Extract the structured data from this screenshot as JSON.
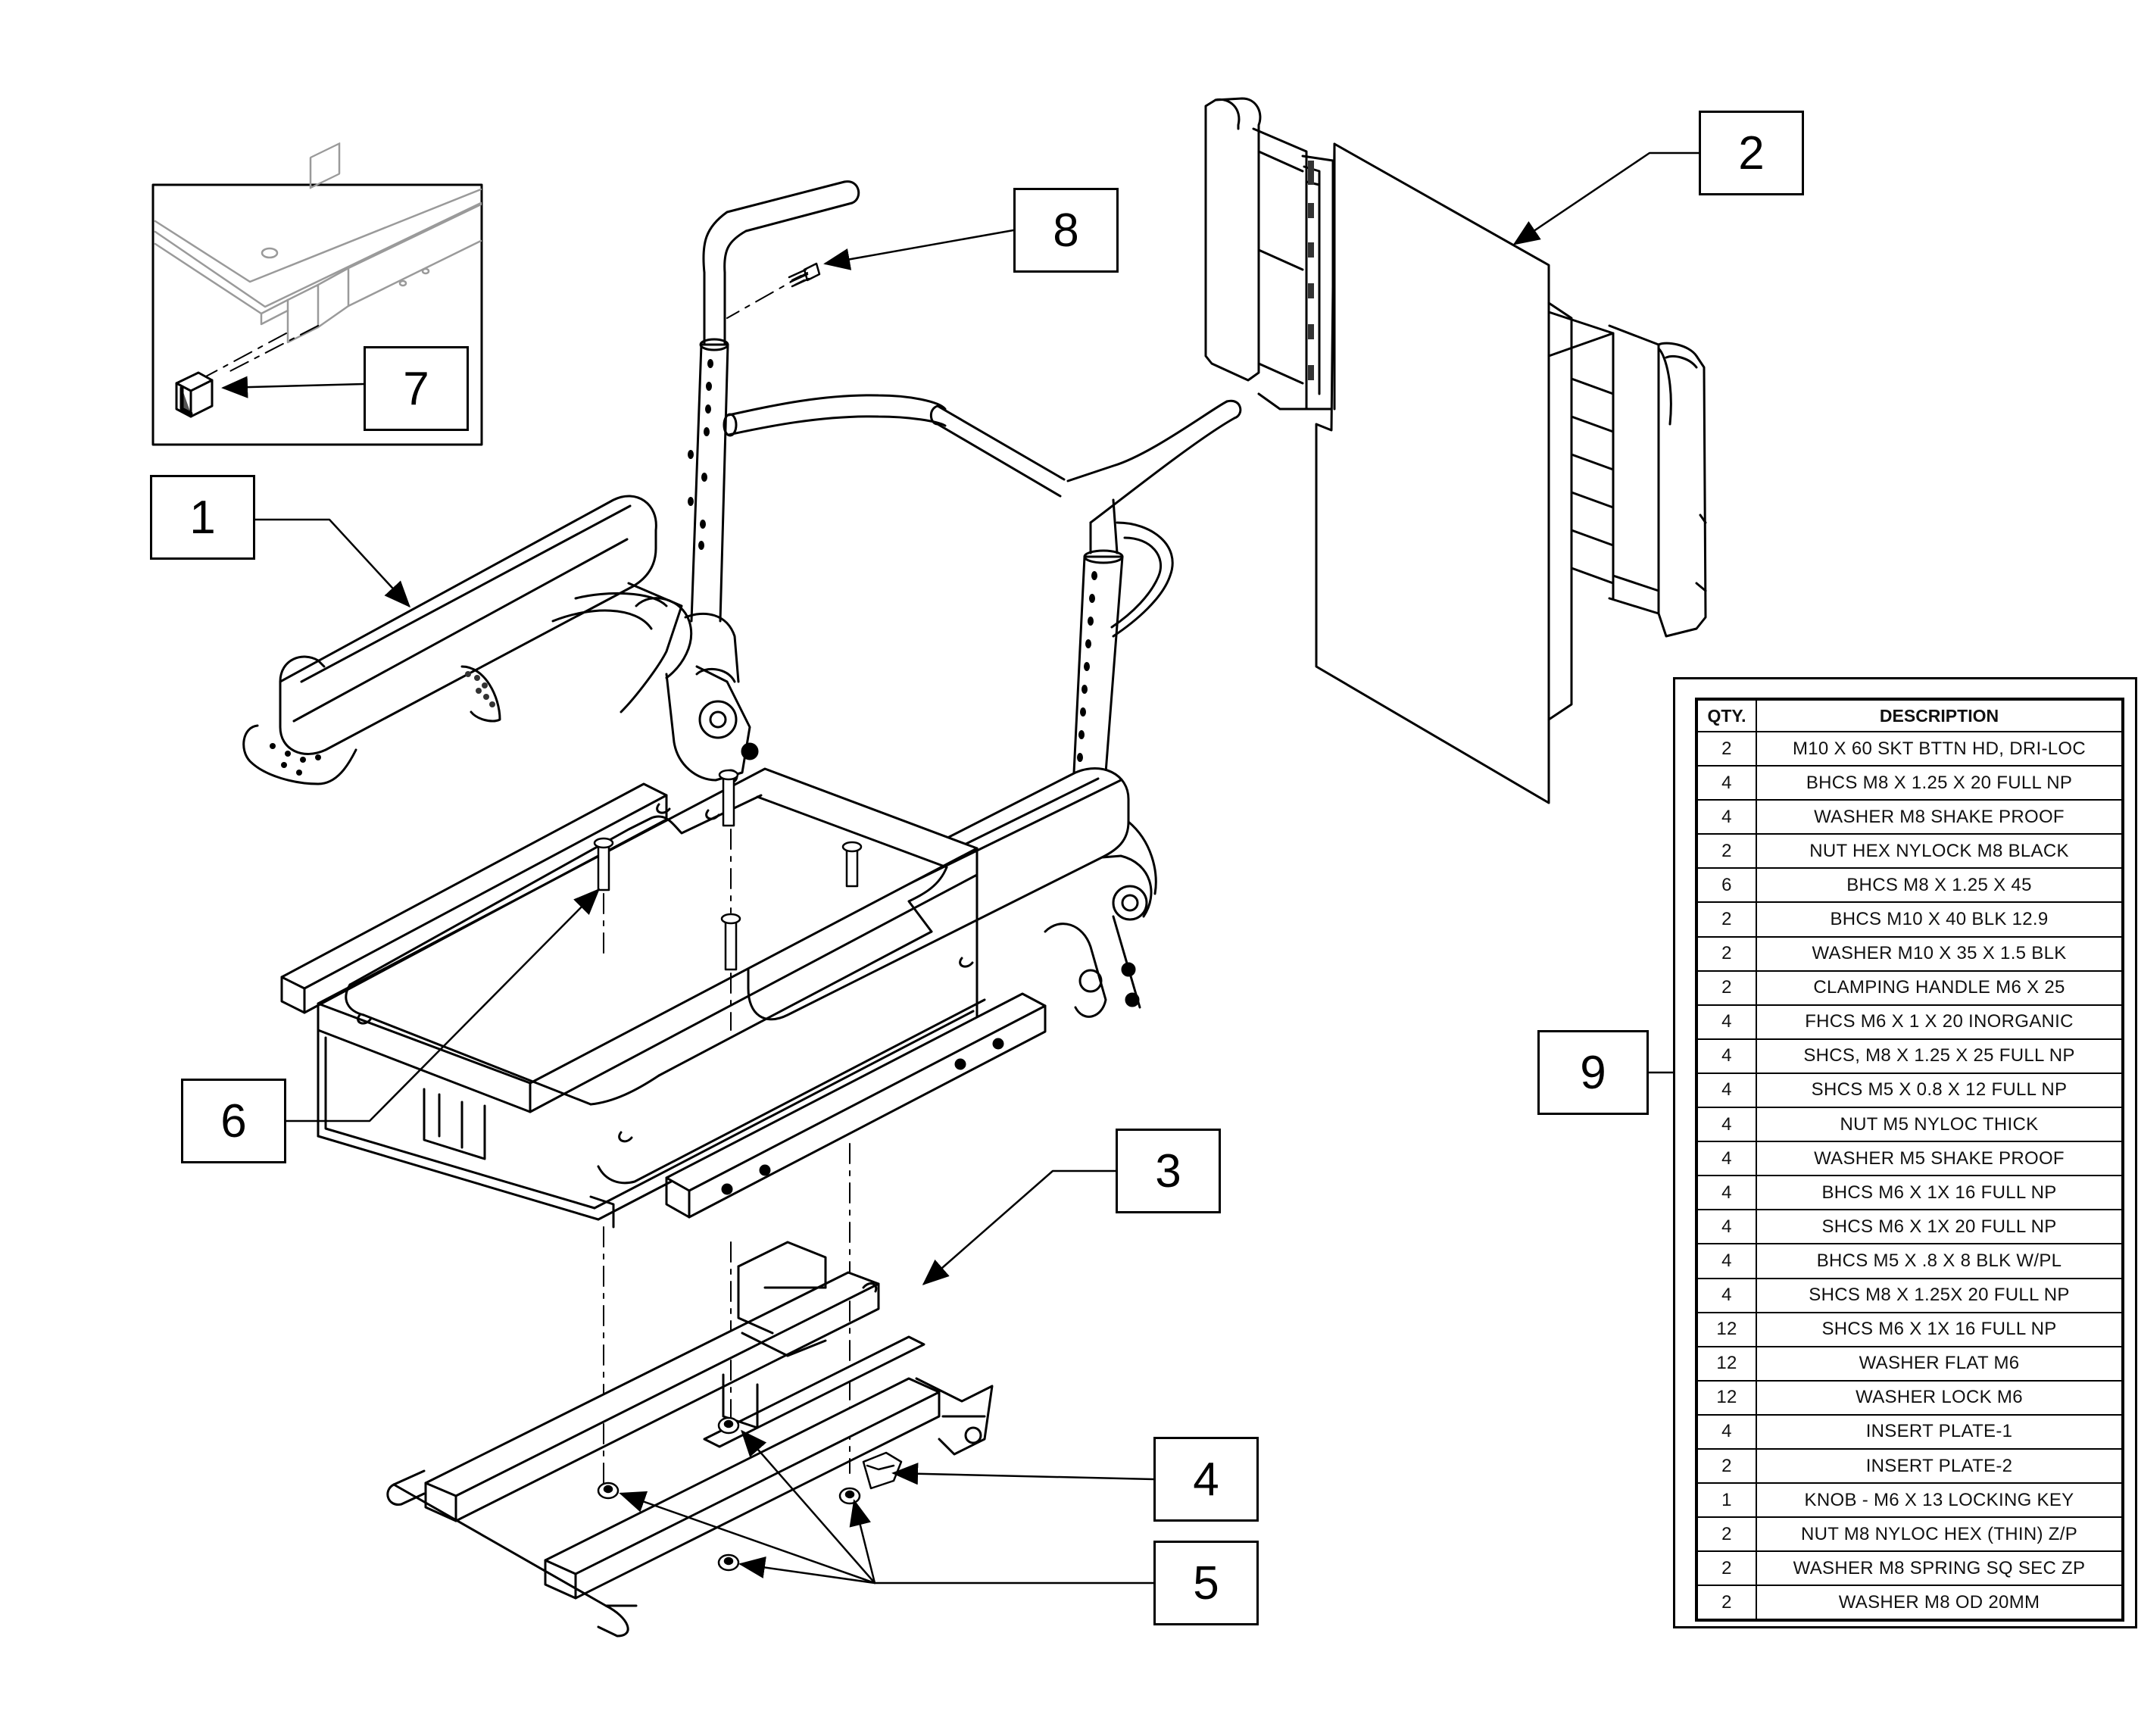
{
  "callouts": {
    "c1": "1",
    "c2": "2",
    "c3": "3",
    "c4": "4",
    "c5": "5",
    "c6": "6",
    "c7": "7",
    "c8": "8",
    "c9": "9"
  },
  "bom": {
    "headers": {
      "qty": "QTY.",
      "description": "DESCRIPTION"
    },
    "rows": [
      {
        "qty": "2",
        "desc": "M10 X 60 SKT BTTN HD, DRI-LOC"
      },
      {
        "qty": "4",
        "desc": "BHCS M8 X 1.25 X 20 FULL NP"
      },
      {
        "qty": "4",
        "desc": "WASHER M8 SHAKE PROOF"
      },
      {
        "qty": "2",
        "desc": "NUT HEX NYLOCK M8 BLACK"
      },
      {
        "qty": "6",
        "desc": "BHCS M8 X 1.25 X 45"
      },
      {
        "qty": "2",
        "desc": "BHCS M10 X 40 BLK 12.9"
      },
      {
        "qty": "2",
        "desc": "WASHER M10 X 35 X 1.5 BLK"
      },
      {
        "qty": "2",
        "desc": "CLAMPING HANDLE M6 X 25"
      },
      {
        "qty": "4",
        "desc": "FHCS M6 X 1 X 20 INORGANIC"
      },
      {
        "qty": "4",
        "desc": "SHCS, M8 X 1.25 X 25 FULL NP"
      },
      {
        "qty": "4",
        "desc": "SHCS M5 X 0.8 X 12 FULL NP"
      },
      {
        "qty": "4",
        "desc": "NUT M5 NYLOC THICK"
      },
      {
        "qty": "4",
        "desc": "WASHER M5 SHAKE PROOF"
      },
      {
        "qty": "4",
        "desc": "BHCS M6 X 1X 16 FULL NP"
      },
      {
        "qty": "4",
        "desc": "SHCS M6 X 1X 20 FULL NP"
      },
      {
        "qty": "4",
        "desc": "BHCS M5 X .8 X 8  BLK W/PL"
      },
      {
        "qty": "4",
        "desc": "SHCS M8 X 1.25X 20 FULL NP"
      },
      {
        "qty": "12",
        "desc": "SHCS M6 X 1X 16 FULL NP"
      },
      {
        "qty": "12",
        "desc": "WASHER FLAT M6"
      },
      {
        "qty": "12",
        "desc": "WASHER LOCK M6"
      },
      {
        "qty": "4",
        "desc": "INSERT PLATE-1"
      },
      {
        "qty": "2",
        "desc": "INSERT PLATE-2"
      },
      {
        "qty": "1",
        "desc": "KNOB - M6 X 13 LOCKING KEY"
      },
      {
        "qty": "2",
        "desc": "NUT M8 NYLOC HEX (THIN) Z/P"
      },
      {
        "qty": "2",
        "desc": "WASHER M8 SPRING SQ SEC ZP"
      },
      {
        "qty": "2",
        "desc": "WASHER M8 OD 20MM"
      }
    ]
  }
}
